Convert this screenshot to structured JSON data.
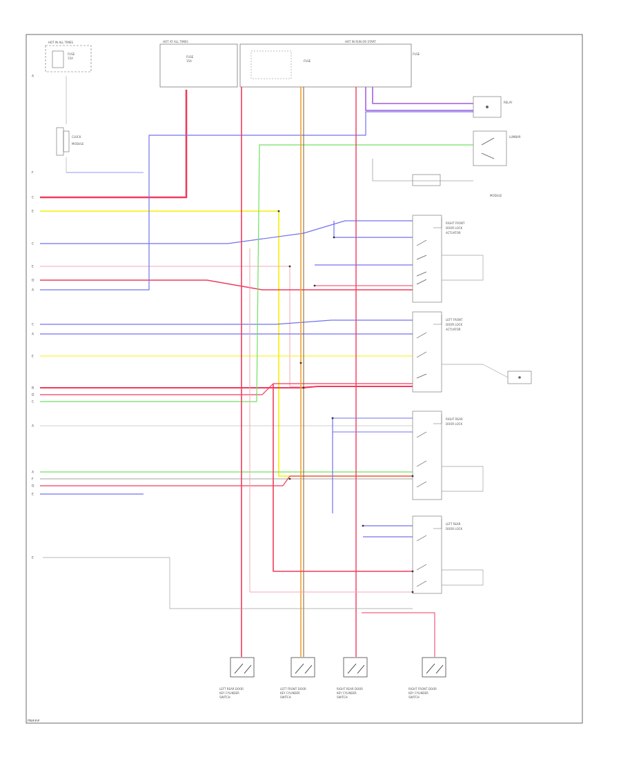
{
  "diagram": {
    "colors": {
      "red": "#f03a5a",
      "pink": "#f4a7b4",
      "yellow": "#f4f000",
      "blue": "#7070f0",
      "violet": "#b070e0",
      "green": "#70e060",
      "gray": "#a0a0a0",
      "brown": "#8a5a2a",
      "black": "#222222",
      "orange": "#f0a030",
      "dark_red": "#b01040",
      "light_blue": "#9090f8"
    },
    "footer_code": "PN###",
    "left_pin_labels": [
      "C",
      "E",
      "C",
      "E",
      "D",
      "A",
      "C",
      "A",
      "E",
      "B",
      "D",
      "C",
      "A",
      "A",
      "F",
      "D",
      "E",
      "E",
      "F",
      "A"
    ]
  }
}
